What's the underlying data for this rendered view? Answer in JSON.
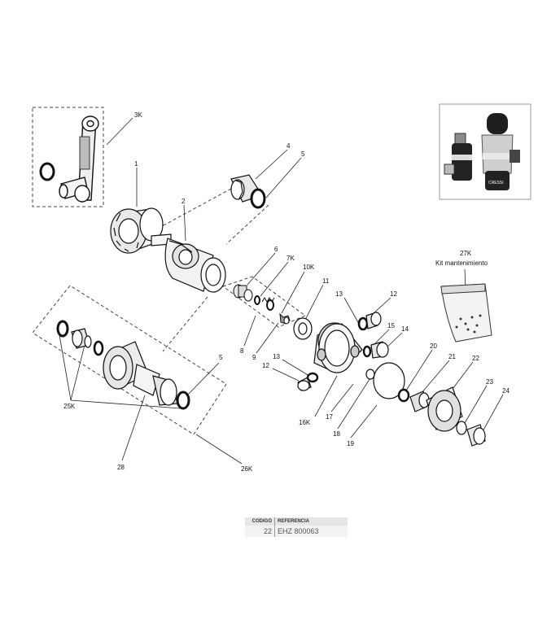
{
  "callouts": [
    {
      "id": "3K",
      "text": "3K"
    },
    {
      "id": "1",
      "text": "1"
    },
    {
      "id": "2",
      "text": "2"
    },
    {
      "id": "4",
      "text": "4"
    },
    {
      "id": "5a",
      "text": "5"
    },
    {
      "id": "6",
      "text": "6"
    },
    {
      "id": "7K",
      "text": "7K"
    },
    {
      "id": "10K",
      "text": "10K"
    },
    {
      "id": "11",
      "text": "11"
    },
    {
      "id": "8",
      "text": "8"
    },
    {
      "id": "9",
      "text": "9"
    },
    {
      "id": "13a",
      "text": "13"
    },
    {
      "id": "12a",
      "text": "12"
    },
    {
      "id": "15",
      "text": "15"
    },
    {
      "id": "14",
      "text": "14"
    },
    {
      "id": "13b",
      "text": "13"
    },
    {
      "id": "12b",
      "text": "12"
    },
    {
      "id": "20",
      "text": "20"
    },
    {
      "id": "21",
      "text": "21"
    },
    {
      "id": "22",
      "text": "22"
    },
    {
      "id": "23",
      "text": "23"
    },
    {
      "id": "24",
      "text": "24"
    },
    {
      "id": "16K",
      "text": "16K"
    },
    {
      "id": "17",
      "text": "17"
    },
    {
      "id": "18",
      "text": "18"
    },
    {
      "id": "19",
      "text": "19"
    },
    {
      "id": "25K",
      "text": "25K"
    },
    {
      "id": "5b",
      "text": "5"
    },
    {
      "id": "28",
      "text": "28"
    },
    {
      "id": "26K",
      "text": "26K"
    },
    {
      "id": "27K",
      "text": "27K"
    }
  ],
  "kit_label": "Kit mantenimiento",
  "ref_table": {
    "headers": [
      "CODIGO",
      "REFERENCIA"
    ],
    "code": "22",
    "reference": "EHZ 800063"
  },
  "product_photo": {
    "brand": "CRESSI"
  }
}
